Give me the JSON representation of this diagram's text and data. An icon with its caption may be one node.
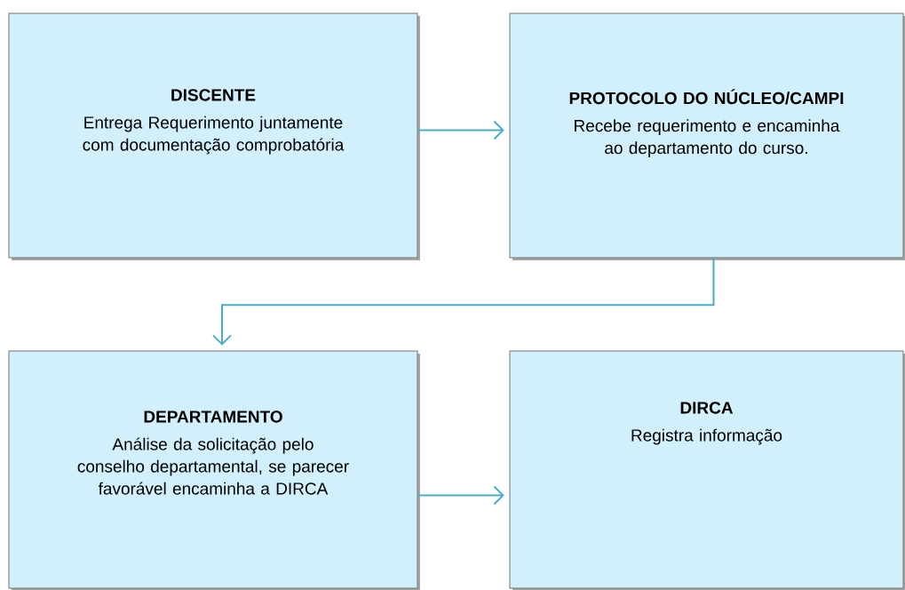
{
  "diagram": {
    "nodes": [
      {
        "text": [
          "DISCENTE",
          "Entrega Requerimento juntamente com documentação comprobatória"
        ]
      },
      {
        "text": [
          "PROTOCOLO DO NÚCLEO/CAMPI",
          "Recebe requerimento e encaminha ao departamento do curso."
        ]
      },
      {
        "text": [
          "DEPARTAMENTO",
          "Análise da solicitação pelo conselho departamental, se parecer favorável encaminha a DIRCA"
        ]
      },
      {
        "text": [
          "DIRCA",
          "Registra informação"
        ]
      }
    ],
    "edges": [
      {
        "from": 0,
        "to": 1,
        "arrow": "to"
      },
      {
        "from": 1,
        "to": 2,
        "arrow": "to"
      },
      {
        "from": 2,
        "to": 3,
        "arrow": "to"
      }
    ]
  }
}
